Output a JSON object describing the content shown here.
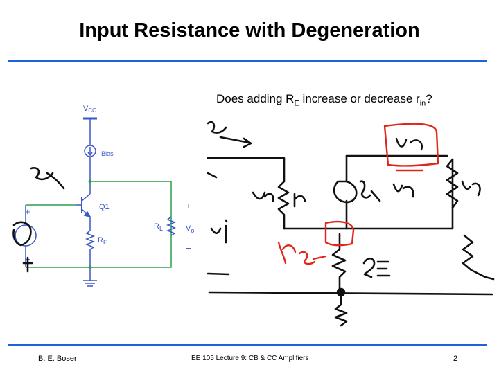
{
  "slide": {
    "title": "Input Resistance with Degeneration",
    "question": {
      "prefix": "Does adding R",
      "sub1": "E",
      "middle": " increase or decrease r",
      "sub2": "in",
      "suffix": "?"
    }
  },
  "schematic": {
    "vcc": "V",
    "vcc_sub": "CC",
    "ibias": "I",
    "ibias_sub": "Bias",
    "q1": "Q1",
    "re": "R",
    "re_sub": "E",
    "rl": "R",
    "rl_sub": "L",
    "vo": "V",
    "vo_sub": "o",
    "vo_plus": "+",
    "vo_minus": "–",
    "src_plus": "+",
    "src_minus": "–"
  },
  "footer": {
    "author": "B. E. Boser",
    "course": "EE 105 Lecture 9: CB & CC Amplifiers",
    "page": "2"
  },
  "colors": {
    "rule_blue": "#1f63d8",
    "schematic_blue": "#3a56c9",
    "wire_green": "#2aa14a",
    "ink_black": "#111111",
    "ink_red": "#e0251b"
  }
}
